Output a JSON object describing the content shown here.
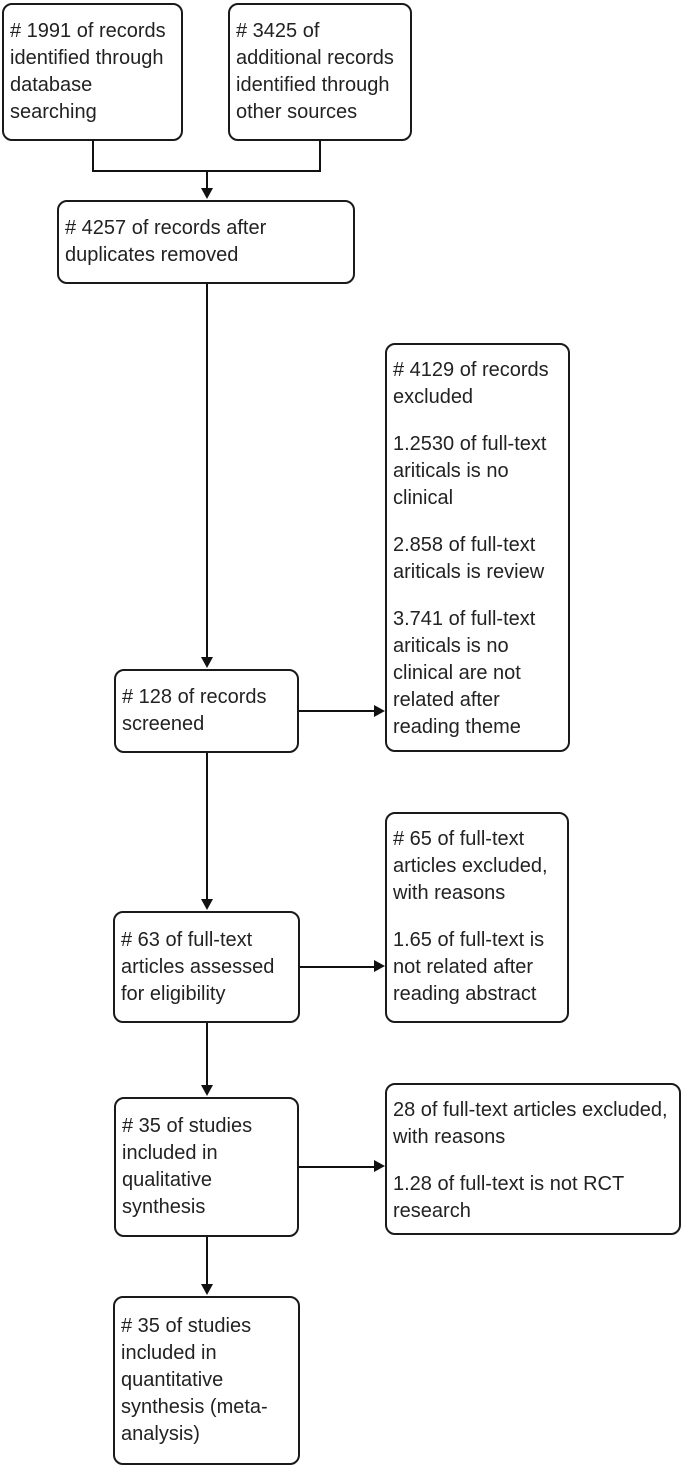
{
  "flowchart": {
    "type": "prisma-flow-diagram",
    "colors": {
      "border": "#1a1a1a",
      "text": "#222222",
      "background": "#ffffff",
      "connector": "#111111"
    },
    "nodes": {
      "records_identified": {
        "text": "# 1991 of records identified through database searching"
      },
      "additional_records": {
        "text": "# 3425 of additional records identified through other sources"
      },
      "after_duplicates": {
        "text": "# 4257 of records after duplicates removed"
      },
      "records_excluded": {
        "paragraphs": [
          "# 4129 of records excluded",
          "1.2530 of full-text ariticals is no clinical",
          "2.858 of full-text ariticals is review",
          "3.741 of full-text ariticals is no clinical are not related after reading theme"
        ]
      },
      "records_screened": {
        "text": "# 128 of records screened"
      },
      "fulltext_assessed": {
        "text": "# 63 of full-text articles assessed for eligibility"
      },
      "fulltext_excluded": {
        "paragraphs": [
          "# 65 of full-text articles excluded, with reasons",
          "1.65 of full-text is not related after reading abstract"
        ]
      },
      "qualitative_synthesis": {
        "text": "# 35 of studies included in qualitative synthesis"
      },
      "rct_excluded": {
        "paragraphs": [
          "28 of full-text articles excluded, with reasons",
          "1.28 of full-text is not RCT research"
        ]
      },
      "quantitative_synthesis": {
        "text": "# 35 of studies included in quantitative synthesis (meta-analysis)"
      }
    }
  }
}
